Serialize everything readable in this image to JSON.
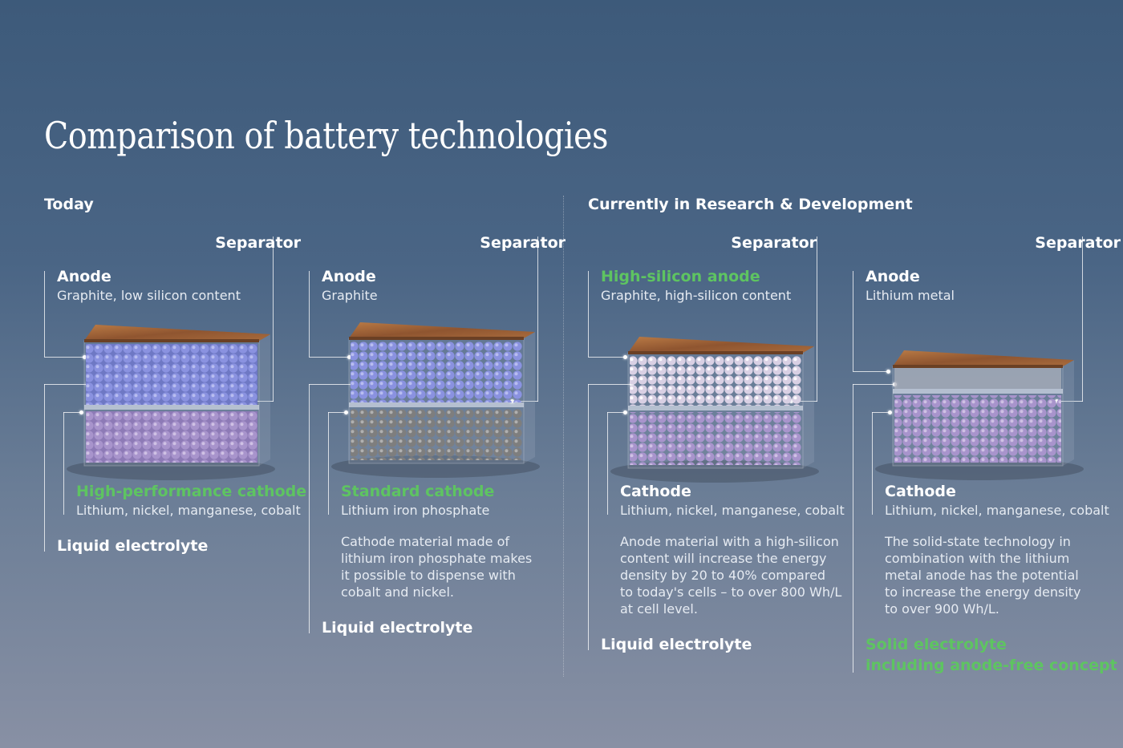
{
  "title": "Comparison of battery technologies",
  "sections": {
    "today": "Today",
    "research": "Currently in Research & Development"
  },
  "colors": {
    "accent_green": "#5ec461",
    "blue_spheres": "#7f86d6",
    "purple_spheres": "#9d86c4",
    "gray_spheres": "#7d7d7d",
    "white_spheres": "#ddd6e6",
    "copper_top": "#a86b3c"
  },
  "panels": [
    {
      "separator": "Separator",
      "anode_title": "Anode",
      "anode_sub": "Graphite, low silicon content",
      "cathode_title": "High-performance cathode",
      "cathode_sub": "Lithium, nickel, manganese, cobalt",
      "description": "",
      "electrolyte": "Liquid electrolyte"
    },
    {
      "separator": "Separator",
      "anode_title": "Anode",
      "anode_sub": "Graphite",
      "cathode_title": "Standard cathode",
      "cathode_sub": "Lithium iron phosphate",
      "description": "Cathode material made of\nlithium iron phosphate makes\nit possible to dispense with\ncobalt and nickel.",
      "electrolyte": "Liquid electrolyte"
    },
    {
      "separator": "Separator",
      "anode_title": "High-silicon anode",
      "anode_sub": "Graphite, high-silicon content",
      "cathode_title": "Cathode",
      "cathode_sub": "Lithium, nickel, manganese, cobalt",
      "description": "Anode material with a high-silicon\ncontent will increase the energy\ndensity by 20 to 40% compared\nto today's cells – to over 800 Wh/L\nat cell level.",
      "electrolyte": "Liquid electrolyte"
    },
    {
      "separator": "Separator",
      "anode_title": "Anode",
      "anode_sub": "Lithium metal",
      "cathode_title": "Cathode",
      "cathode_sub": "Lithium, nickel, manganese, cobalt",
      "description": "The solid-state technology in\ncombination with the lithium\nmetal anode has the potential\nto increase the energy density\nto over 900 Wh/L.",
      "electrolyte_green_1": "Solid electrolyte",
      "electrolyte_green_2": "including anode-free concept"
    }
  ]
}
